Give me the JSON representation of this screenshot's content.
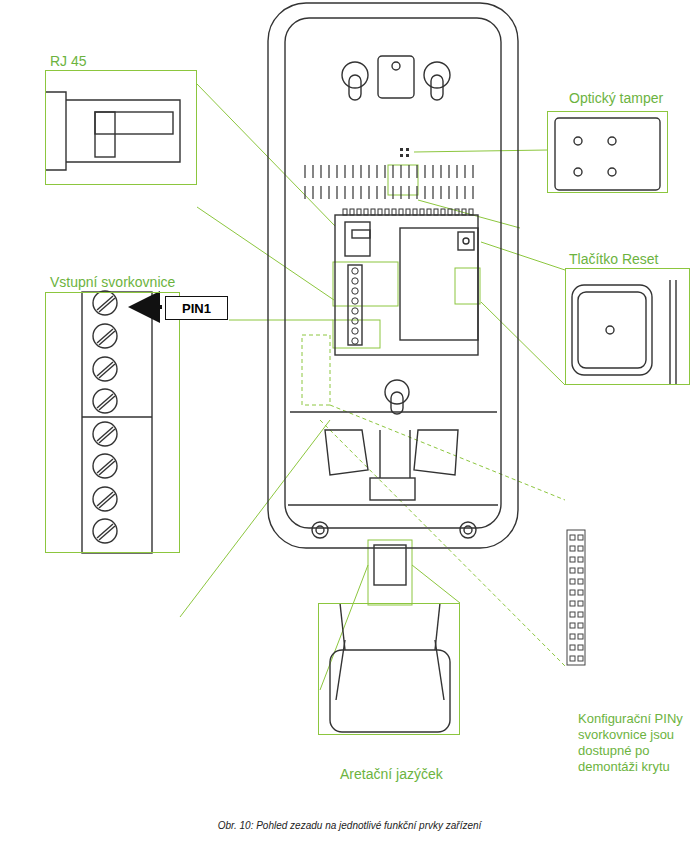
{
  "diagram": {
    "caption": "Obr. 10: Pohled zezadu na jednotlivé funkční prvky zařízení",
    "nodes": [
      {
        "text": [
          "RJ 45"
        ]
      },
      {
        "text": [
          "Optický tamper"
        ]
      },
      {
        "text": [
          "Tlačítko Reset"
        ]
      },
      {
        "text": [
          "Vstupní svorkovnice"
        ]
      },
      {
        "text": [
          "PIN1"
        ]
      },
      {
        "text": [
          "Aretační jazýček"
        ]
      }
    ],
    "labels": [
      "Konfigurační PINy svorkovnice jsou dostupné po demontáži krytu"
    ]
  }
}
